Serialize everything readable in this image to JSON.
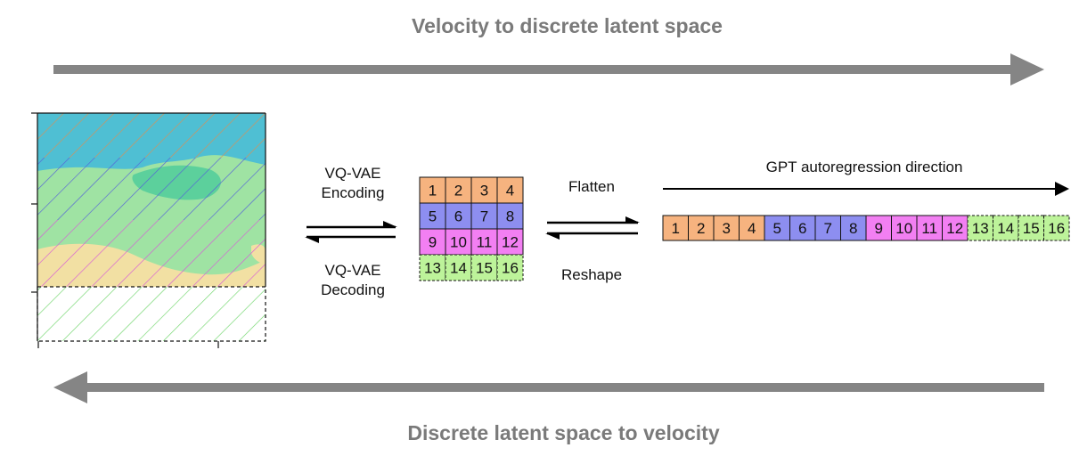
{
  "top_title": "Velocity to discrete latent space",
  "bottom_title": "Discrete latent space to velocity",
  "encoding_label": [
    "VQ-VAE",
    "Encoding"
  ],
  "decoding_label": [
    "VQ-VAE",
    "Decoding"
  ],
  "flatten_label": "Flatten",
  "reshape_label": "Reshape",
  "gpt_label": "GPT autoregression direction",
  "token_colors": [
    "#f6b37f",
    "#8d8ef0",
    "#f27ff2",
    "#bdf39a"
  ],
  "tokens": [
    "1",
    "2",
    "3",
    "4",
    "5",
    "6",
    "7",
    "8",
    "9",
    "10",
    "11",
    "12",
    "13",
    "14",
    "15",
    "16"
  ]
}
